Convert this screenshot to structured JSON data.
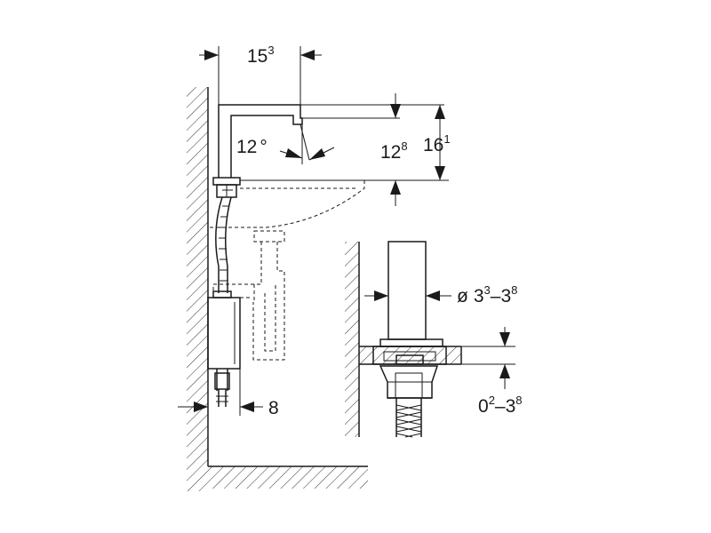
{
  "dimensions": {
    "spout_reach": {
      "main": "15",
      "sup": "3"
    },
    "spout_angle": {
      "main": "12",
      "unit": "°"
    },
    "spout_height_inner": {
      "main": "12",
      "sup": "8"
    },
    "spout_height_outer": {
      "main": "16",
      "sup": "1"
    },
    "control_box_depth": {
      "main": "8"
    },
    "hole_diameter": {
      "prefix": "ø",
      "a_main": "3",
      "a_sup": "3",
      "b_main": "3",
      "b_sup": "8"
    },
    "counter_thickness": {
      "a_main": "0",
      "a_sup": "2",
      "b_main": "3",
      "b_sup": "8"
    }
  }
}
